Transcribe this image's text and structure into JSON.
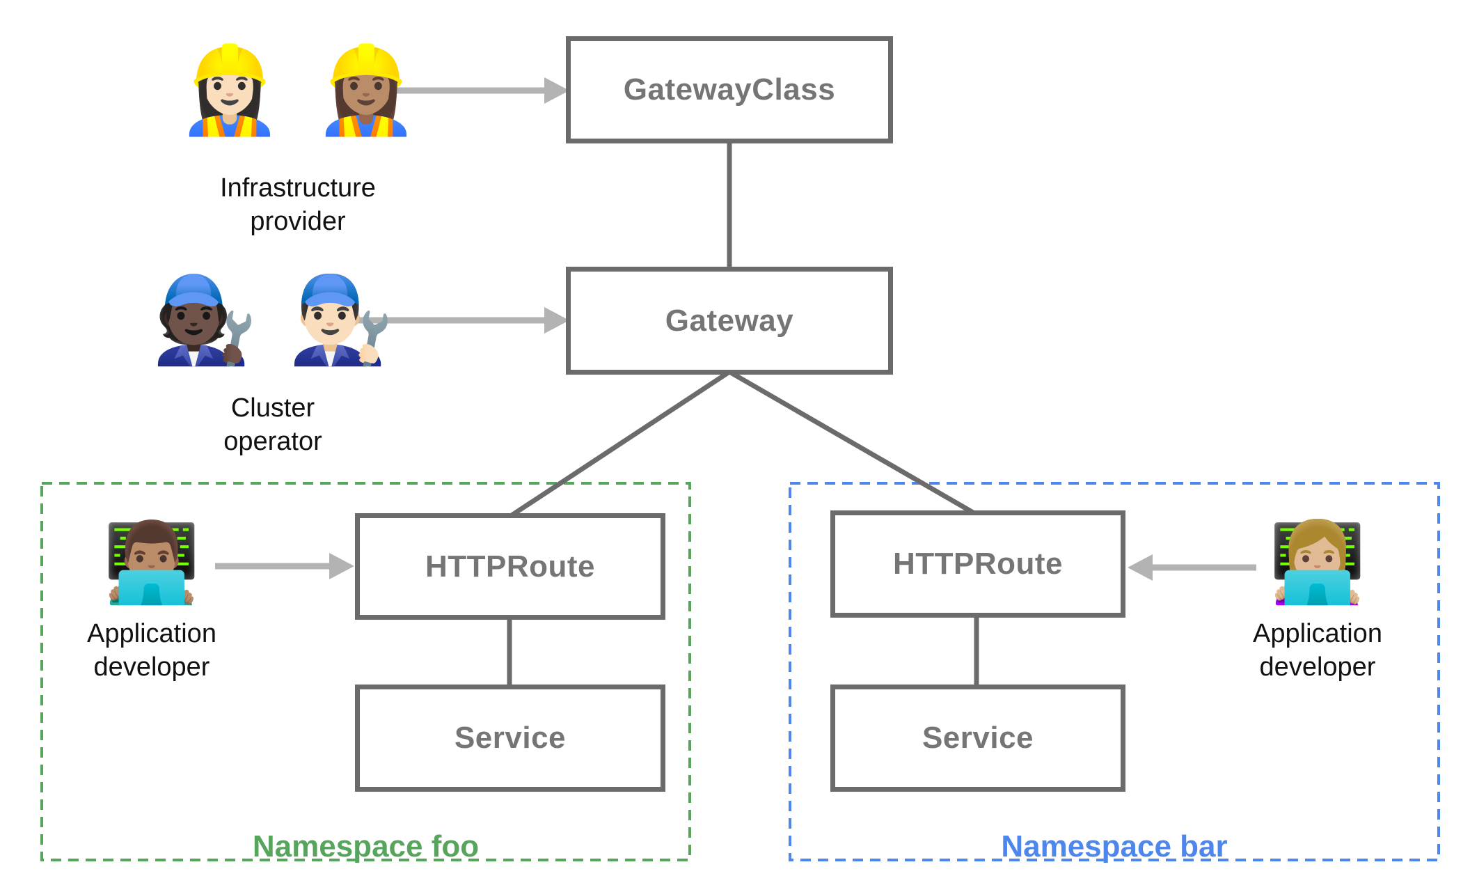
{
  "nodes": {
    "gateway_class": {
      "label": "GatewayClass"
    },
    "gateway": {
      "label": "Gateway"
    },
    "httproute_foo": {
      "label": "HTTPRoute"
    },
    "service_foo": {
      "label": "Service"
    },
    "httproute_bar": {
      "label": "HTTPRoute"
    },
    "service_bar": {
      "label": "Service"
    }
  },
  "namespaces": {
    "foo": {
      "label": "Namespace foo",
      "color": "#57a55c"
    },
    "bar": {
      "label": "Namespace bar",
      "color": "#4e86ec"
    }
  },
  "personas": {
    "infrastructure_provider": {
      "label_lines": [
        "Infrastructure",
        "provider"
      ],
      "emojis": [
        {
          "char": "👷🏻‍♀️",
          "name": "woman-construction-worker-light-emoji"
        },
        {
          "char": "👷🏽‍♀️",
          "name": "woman-construction-worker-medium-emoji"
        }
      ]
    },
    "cluster_operator": {
      "label_lines": [
        "Cluster",
        "operator"
      ],
      "emojis": [
        {
          "char": "🧑🏿‍🔧",
          "name": "mechanic-dark-emoji"
        },
        {
          "char": "👨🏻‍🔧",
          "name": "man-mechanic-light-emoji"
        }
      ]
    },
    "app_developer_foo": {
      "label_lines": [
        "Application",
        "developer"
      ],
      "emojis": [
        {
          "char": "👨🏽‍💻",
          "name": "man-technologist-medium-emoji"
        }
      ]
    },
    "app_developer_bar": {
      "label_lines": [
        "Application",
        "developer"
      ],
      "emojis": [
        {
          "char": "👩🏼‍💻",
          "name": "woman-technologist-medium-light-emoji"
        }
      ]
    }
  },
  "colors": {
    "box_border": "#6b6b6b",
    "box_text": "#757575",
    "connector_line": "#6b6b6b",
    "arrow": "#b3b3b3",
    "persona_text": "#111111",
    "namespace_foo": "#57a55c",
    "namespace_bar": "#4e86ec",
    "background": "#ffffff"
  }
}
